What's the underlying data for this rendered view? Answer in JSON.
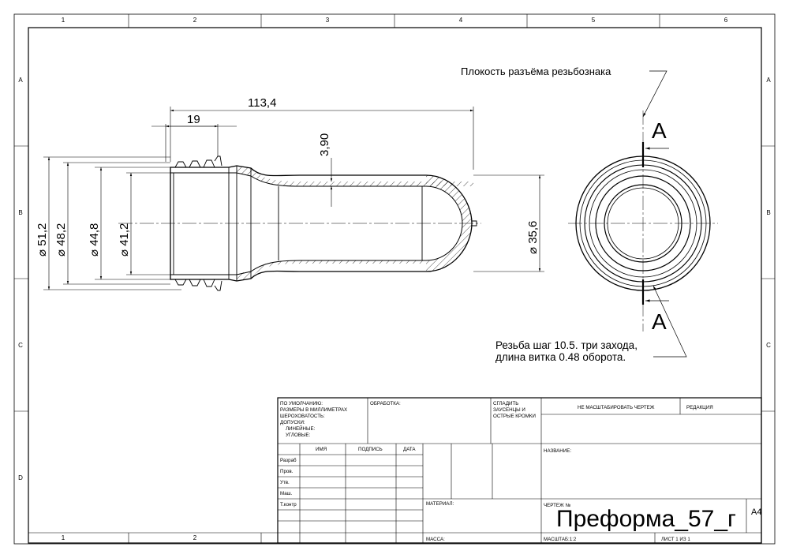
{
  "frame": {
    "col_labels": [
      "1",
      "2",
      "3",
      "4",
      "5",
      "6"
    ],
    "bottom_col_labels": [
      "1",
      "2"
    ],
    "row_labels": [
      "A",
      "B",
      "C",
      "D"
    ]
  },
  "dimensions": {
    "overall_length": "113,4",
    "neck_length": "19",
    "wall_thickness": "3,90",
    "dia_1": "⌀ 51,2",
    "dia_2": "⌀ 48,2",
    "dia_3": "⌀ 44,8",
    "dia_4": "⌀ 41,2",
    "dia_body": "⌀ 35,6"
  },
  "annotations": {
    "parting_plane": "Плокость разъёма резьбознака",
    "section_mark": "A",
    "thread_note_1": "Резьба шаг 10.5. три захода,",
    "thread_note_2": "длина витка 0.48 оборота."
  },
  "title_block": {
    "defaults": [
      "ПО УМОЛЧАНИЮ:",
      "РАЗМЕРЫ В МИЛЛИМЕТРАХ",
      "ШЕРОХОВАТОСТЬ:",
      "ДОПУСКИ:",
      "ЛИНЕЙНЫЕ:",
      "УГЛОВЫЕ:"
    ],
    "finish": "ОБРАБОТКА:",
    "deburr": [
      "СГЛАДИТЬ",
      "ЗАУСЕНЦЫ И",
      "ОСТРЫЕ КРОМКИ"
    ],
    "no_scale": "НЕ МАСШТАБИРОВАТЬ ЧЕРТЕЖ",
    "revision": "РЕДАКЦИЯ",
    "col_name": "ИМЯ",
    "col_sign": "ПОДПИСЬ",
    "col_date": "ДАТА",
    "rows": [
      "Разраб",
      "Пров.",
      "Утв.",
      "Маш.",
      "Т.контр"
    ],
    "name_label": "НАЗВАНИЕ:",
    "material": "МАТЕРИАЛ:",
    "drawing_no": "ЧЕРТЕЖ №",
    "title": "Преформа_57_г",
    "format": "A4",
    "mass": "МАССА:",
    "scale": "МАСШТАБ:1:2",
    "sheet": "ЛИСТ 1 ИЗ 1"
  }
}
